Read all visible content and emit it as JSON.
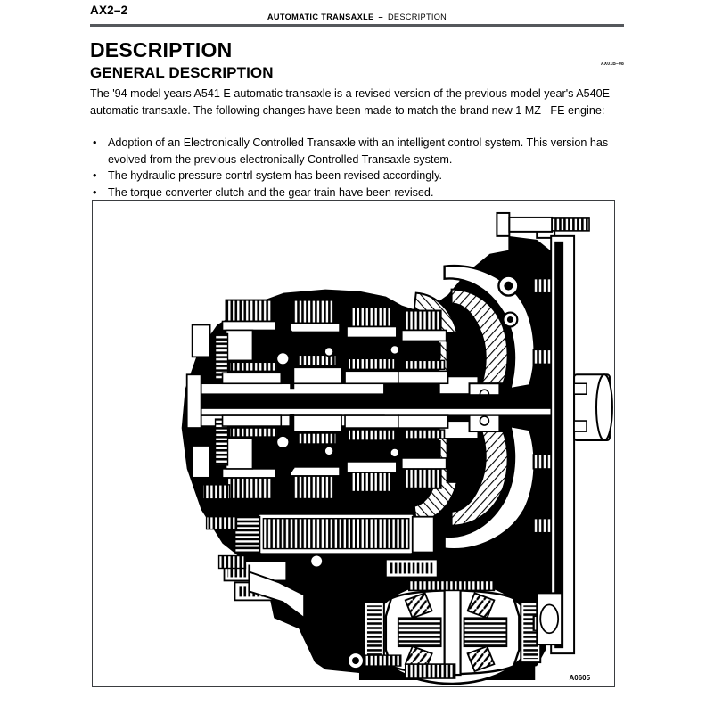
{
  "header": {
    "page_code": "AX2–2",
    "section": "AUTOMATIC TRANSAXLE",
    "separator": "–",
    "subsection": "DESCRIPTION"
  },
  "titles": {
    "main": "DESCRIPTION",
    "sub": "GENERAL DESCRIPTION",
    "doc_ref": "AX01B–08"
  },
  "body": {
    "paragraph": "The '94 model years A541 E automatic transaxle is a revised version of the previous model year's A540E automatic transaxle. The following changes have been made to match the brand new 1 MZ –FE engine:"
  },
  "bullets": [
    {
      "marker": "•",
      "text": "Adoption of an Electronically Controlled Transaxle with an intelligent control system. This version has evolved from the previous electronically Controlled Transaxle system."
    },
    {
      "marker": "•",
      "text": "The hydraulic pressure contrl system has been revised accordingly."
    },
    {
      "marker": "•",
      "text": "The torque converter clutch and the gear train have been revised."
    }
  ],
  "figure": {
    "caption_ref": "A0605",
    "description": "Cross-sectional view of the A541E automatic transaxle showing torque converter, planetary gear train, valve body, counter drive gear and differential assembly",
    "colors": {
      "ink": "#000000",
      "border": "#3a3d40",
      "rule": "#55585c",
      "paper": "#ffffff"
    }
  }
}
